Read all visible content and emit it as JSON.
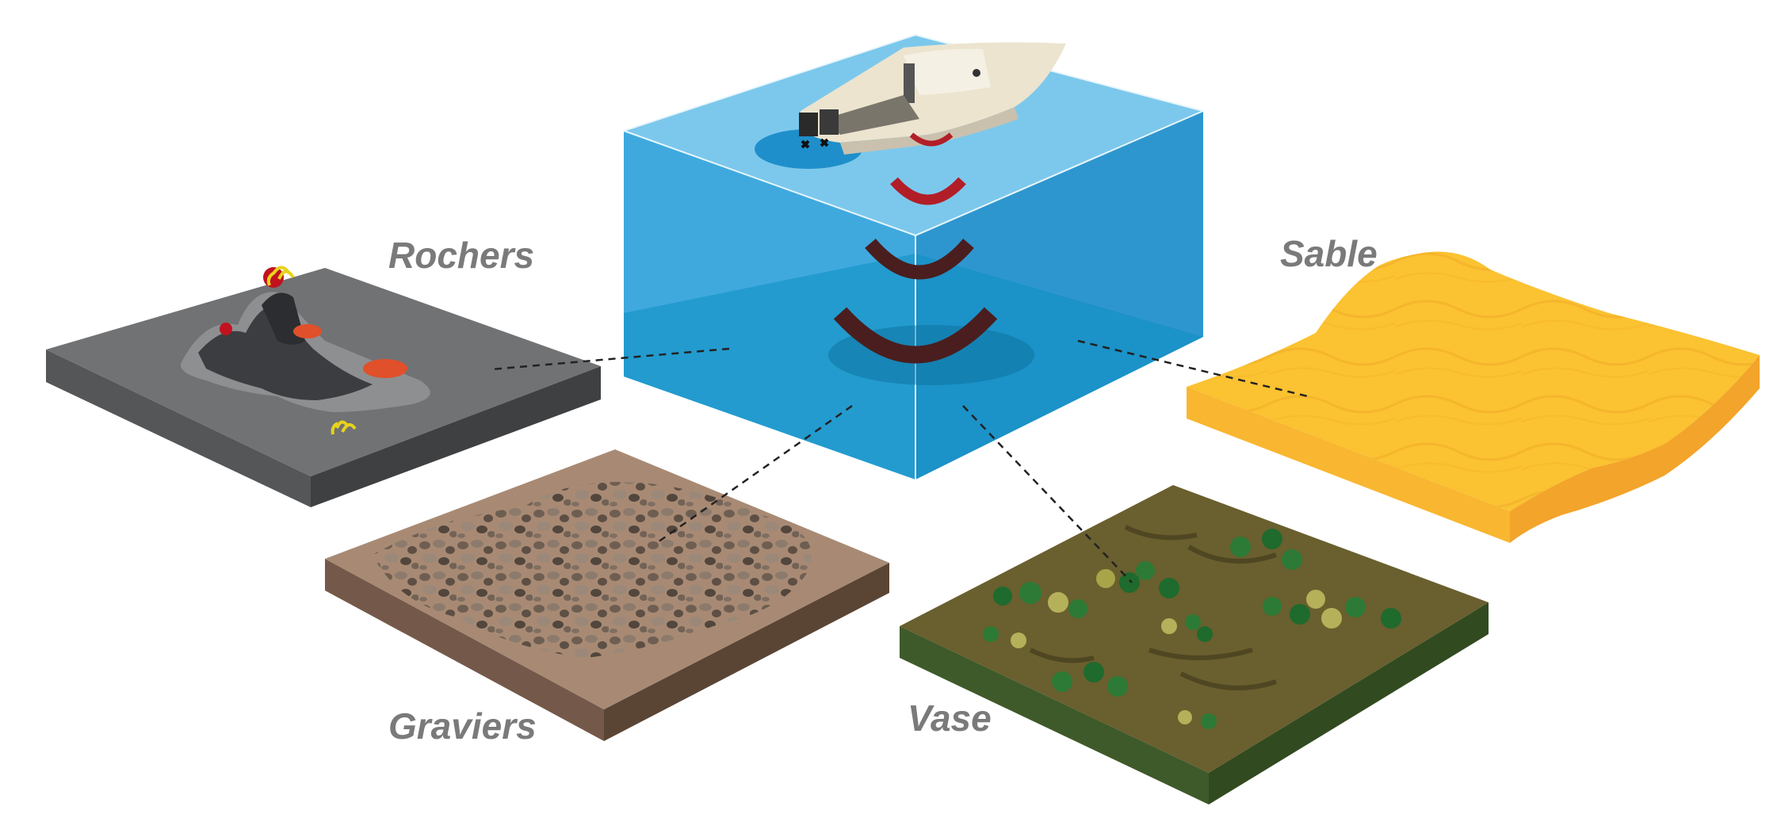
{
  "labels": {
    "rocks": "Rochers",
    "sand": "Sable",
    "gravel": "Graviers",
    "mud": "Vase"
  },
  "colors": {
    "water_top": "#7cc8ec",
    "water_front": "#3fa9de",
    "water_side": "#2e96cf",
    "sonar_wave": "#b21e28",
    "sonar_wave_deep": "#4a1e1e",
    "rocks_top": "#6f7072",
    "rocks_side": "#4a4b4d",
    "sand_top": "#fbc231",
    "sand_side": "#f4a82a",
    "gravel_top": "#a88a74",
    "gravel_side": "#5e4a3a",
    "mud_top": "#6a5f2e",
    "mud_side": "#3a4e26",
    "label_text": "#7a7a7a"
  },
  "icons": {
    "boat": "motor-boat-icon",
    "sonar": "sonar-wave-icon"
  }
}
